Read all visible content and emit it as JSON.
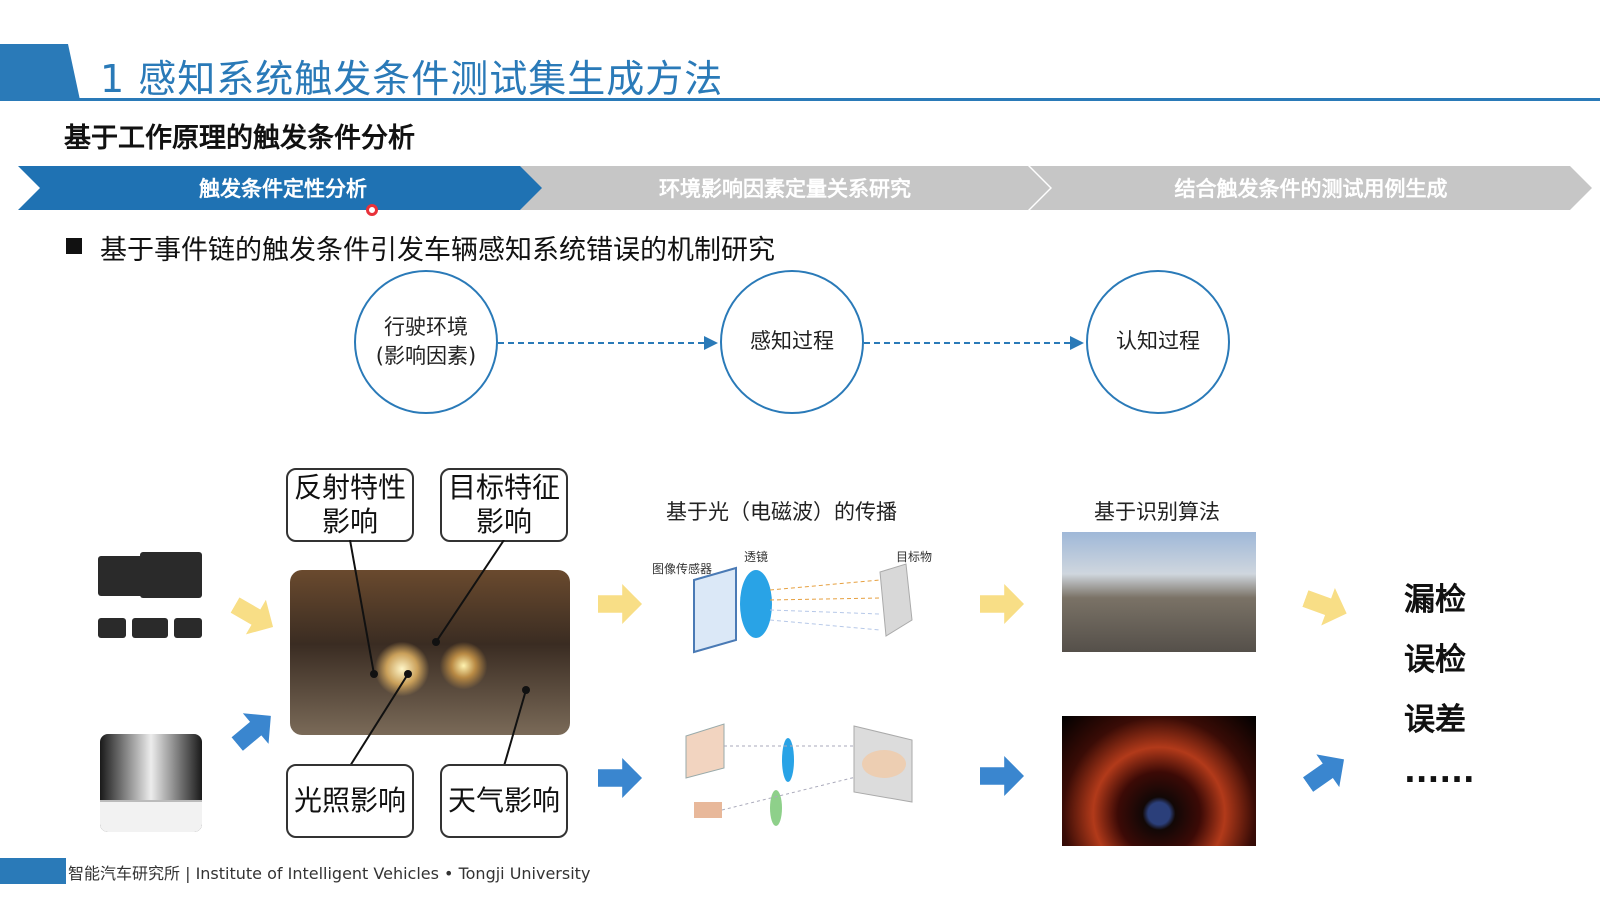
{
  "header": {
    "title": "1 感知系统触发条件测试集生成方法",
    "subtitle": "基于工作原理的触发条件分析"
  },
  "steps": [
    {
      "label": "触发条件定性分析",
      "active": true
    },
    {
      "label": "环境影响因素定量关系研究",
      "active": false
    },
    {
      "label": "结合触发条件的测试用例生成",
      "active": false
    }
  ],
  "bullet": "基于事件链的触发条件引发车辆感知系统错误的机制研究",
  "flow": {
    "env_line1": "行驶环境",
    "env_line2": "(影响因素)",
    "perception": "感知过程",
    "cognition": "认知过程"
  },
  "factors": {
    "reflect_l1": "反射特性",
    "reflect_l2": "影响",
    "target_l1": "目标特征",
    "target_l2": "影响",
    "light": "光照影响",
    "weather": "天气影响"
  },
  "captions": {
    "propagation": "基于光（电磁波）的传播",
    "recognition": "基于识别算法"
  },
  "optics_top": {
    "sensor": "图像传感器",
    "lens": "透镜",
    "target": "目标物"
  },
  "outcomes": [
    "漏检",
    "误检",
    "误差",
    "......"
  ],
  "footer": "智能汽车研究所 | Institute of Intelligent Vehicles • Tongji University",
  "colors": {
    "accent": "#2a7ab8",
    "step_active": "#1f72b3",
    "step_inactive": "#c6c6c6",
    "arrow_yellow": "#f8de86",
    "arrow_blue": "#3a86cf"
  }
}
